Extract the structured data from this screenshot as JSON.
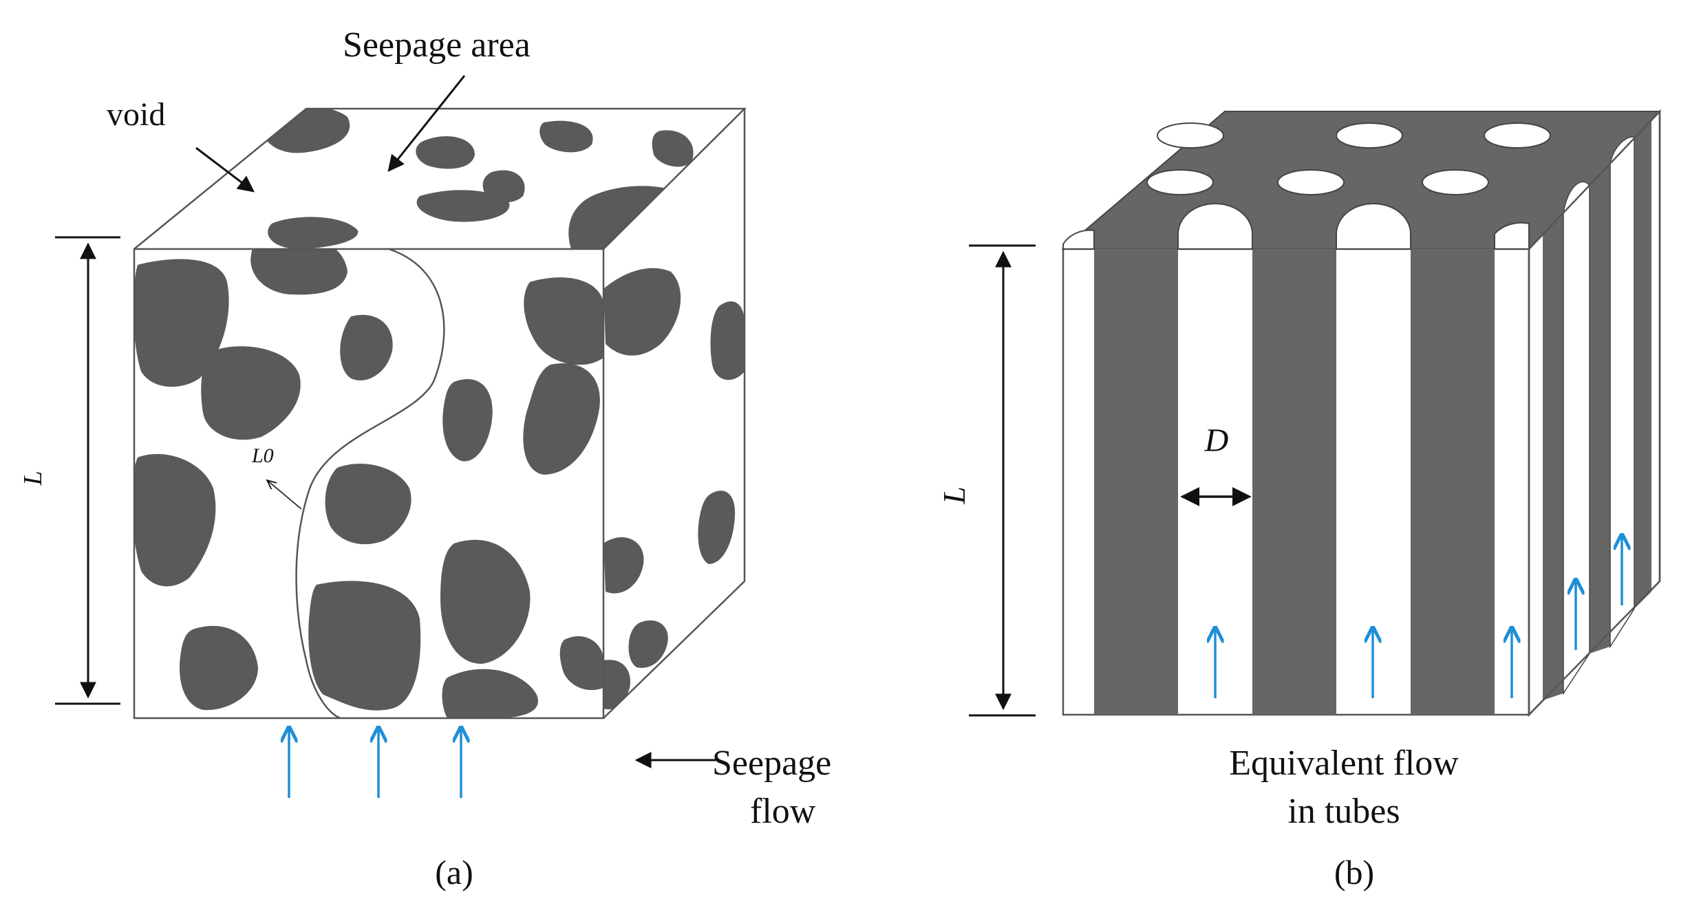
{
  "panel_a": {
    "caption": "(a)",
    "label_void": "void",
    "label_seepage_area": "Seepage area",
    "label_length": "L",
    "label_path_length": "L0",
    "label_seepage_flow_line1": "Seepage",
    "label_seepage_flow_line2": "flow"
  },
  "panel_b": {
    "caption": "(b)",
    "label_length": "L",
    "label_diameter": "D",
    "label_equivalent_line1": "Equivalent flow",
    "label_equivalent_line2": "in tubes"
  },
  "colors": {
    "solid": "#5a5a5a",
    "outline": "#555555",
    "flow_arrow": "#1f8fd6",
    "text": "#111111"
  },
  "icons": {
    "flow_arrow": "up-arrow",
    "dimension_arrow": "double-headed-arrow"
  }
}
